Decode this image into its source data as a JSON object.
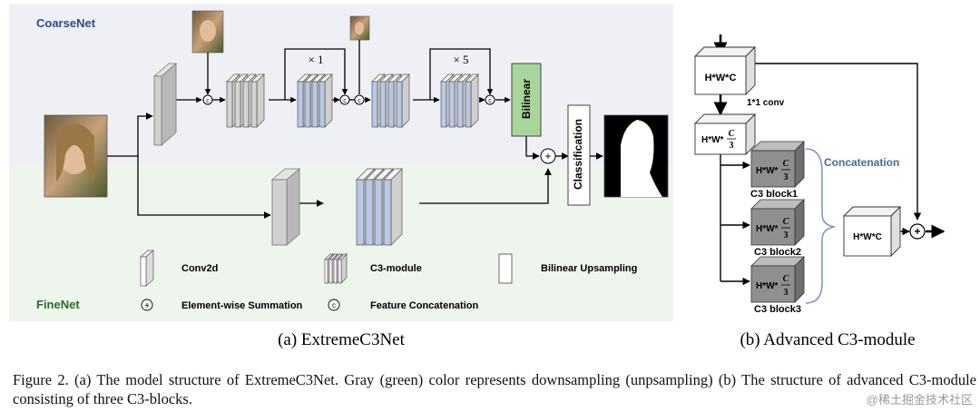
{
  "colors": {
    "coarse_bg": "#eef0f5",
    "fine_bg": "#eef5ec",
    "coarse_label": "#2f4a82",
    "fine_label": "#2b6b2b",
    "conv2d_gray": "#cfcfcf",
    "c3_gray": "#d4d4d4",
    "c3_blue": "#b9c8e4",
    "bilinear_green": "#a8d59a",
    "c3_block_dark": "#8f8f8f",
    "concat_blue": "#4a6a9a"
  },
  "panel_a": {
    "coarse_label": "CoarseNet",
    "fine_label": "FineNet",
    "repeat1": "× 1",
    "repeat2": "× 5",
    "bilinear": "Bilinear",
    "classification": "Classification",
    "concat_symbol": "c",
    "sum_symbol": "+",
    "legend": {
      "conv2d": "Conv2d",
      "c3module": "C3-module",
      "bilinear": "Bilinear Upsampling",
      "sum": "Element-wise Summation",
      "concat": "Feature Concatenation"
    },
    "subcaption": "(a) ExtremeC3Net"
  },
  "panel_b": {
    "input_box": "H*W*C",
    "conv_label": "1*1 conv",
    "reduced_box": "H*W*",
    "frac_num": "C",
    "frac_den": "3",
    "blocks": [
      "C3 block1",
      "C3 block2",
      "C3 block3"
    ],
    "concat_label": "Concatenation",
    "output_box": "H*W*C",
    "subcaption": "(b) Advanced C3-module"
  },
  "caption": "Figure 2. (a) The model structure of ExtremeC3Net.  Gray (green) color represents downsampling (unpsampling) (b) The structure of advanced C3-module consisting of three C3-blocks.",
  "watermark": "@稀土掘金技术社区"
}
